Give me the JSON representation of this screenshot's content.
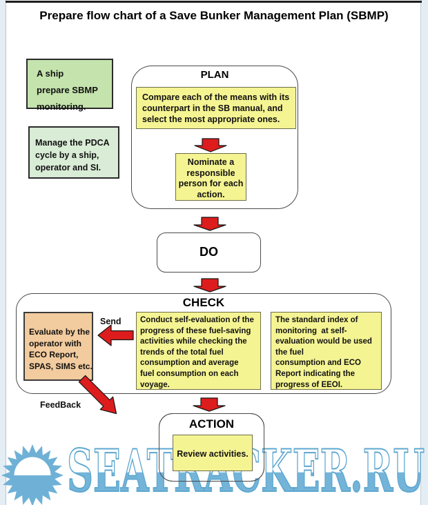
{
  "title": "Prepare flow chart of a Save Bunker Management Plan (SBMP)",
  "notes": {
    "ship": "A ship\nprepare SBMP\nmonitoring.",
    "pdca": "Manage the PDCA\ncycle by a ship,\noperator and SI."
  },
  "plan": {
    "label": "PLAN",
    "compare": "Compare each of the means with its\ncounterpart in the SB manual, and\nselect the most appropriate ones.",
    "nominate": "Nominate a\nresponsible\nperson for each\naction."
  },
  "do_stage": {
    "label": "DO"
  },
  "check": {
    "label": "CHECK",
    "evaluate": "Evaluate by the\noperator with\nECO Report,\nSPAS, SIMS etc.",
    "send_label": "Send",
    "feedback_label": "FeedBack",
    "conduct": "Conduct self-evaluation of the\nprogress of these fuel-saving\nactivities while checking the\ntrends of the total fuel\nconsumption and average\nfuel consumption on each\nvoyage.",
    "standard": "The standard index of\nmonitoring  at self-\nevaluation would be used\nthe fuel\nconsumption and ECO\nReport indicating the\nprogress of EEOI."
  },
  "action": {
    "label": "ACTION",
    "review": "Review activities."
  },
  "watermark": {
    "text": "SEATRACKER.RU",
    "icon": "sun-icon"
  },
  "colors": {
    "yellow_box": "#f5f493",
    "green_note_dark": "#c4e3ad",
    "green_note_light": "#d9ecd6",
    "orange_box": "#f2cb9e",
    "arrow_red": "#dd1d1d",
    "watermark_blue": "#74b4d9"
  }
}
